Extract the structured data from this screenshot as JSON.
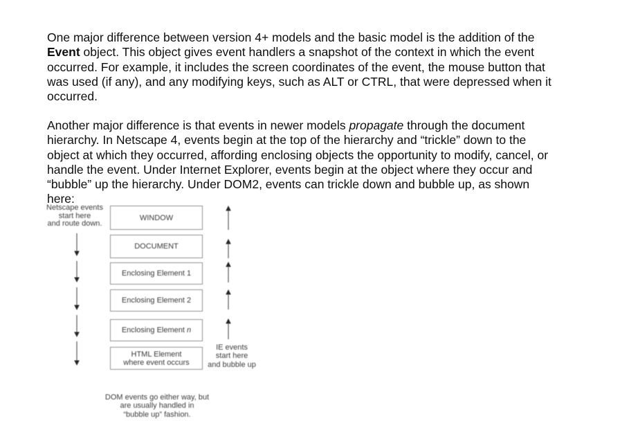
{
  "page": {
    "paragraph1": {
      "lines": [
        {
          "pre": "One major difference between version 4+ models and the basic model is the addition of the"
        },
        {
          "bold": "Event",
          "mid": " object. This object gives event handlers a snapshot of the context in which the event"
        },
        {
          "pre": "occurred. For example, it includes the screen coordinates of the event, the mouse button that"
        },
        {
          "pre": "was used (if any), and any modifying keys, such as ALT or CTRL, that were depressed when it"
        },
        {
          "pre": "occurred."
        }
      ]
    },
    "paragraph2": {
      "lines": [
        {
          "pre": "Another major difference is that events in newer models ",
          "italic": "propagate",
          "post": " through the document"
        },
        {
          "pre": "hierarchy. In Netscape 4, events begin at the top of the hierarchy and “trickle” down to the"
        },
        {
          "pre": "object at which they occurred, affording enclosing objects the opportunity to modify, cancel, or"
        },
        {
          "pre": "handle the event. Under Internet Explorer, events begin at the object where they occur and"
        },
        {
          "pre": "“bubble” up the hierarchy. Under DOM2, events can trickle down and bubble up, as shown"
        },
        {
          "pre": "here:"
        }
      ]
    },
    "figure": {
      "left_label": {
        "line1": "Netscape events",
        "line2": "start here",
        "line3": "and route down."
      },
      "right_label": {
        "line1": "IE events",
        "line2": "start here",
        "line3": "and bubble up"
      },
      "boxes": [
        {
          "text": "WINDOW"
        },
        {
          "text": "DOCUMENT"
        },
        {
          "text": "Enclosing Element 1"
        },
        {
          "text": "Enclosing Element 2"
        },
        {
          "text": "Enclosing Element ",
          "italic": "n"
        },
        {
          "text": "HTML Element",
          "line2": "where event occurs"
        }
      ],
      "caption": {
        "line1": "DOM events go either way, but",
        "line2": "are usually handled in",
        "line3": "“bubble up” fashion."
      }
    },
    "colors": {
      "background": "#ffffff",
      "body_text": "#0e0e0e",
      "figure_text": "#3c3c3c",
      "box_border": "#8f8f8f",
      "arrow_line": "#5a5a5a",
      "arrow_head": "#262626"
    }
  }
}
